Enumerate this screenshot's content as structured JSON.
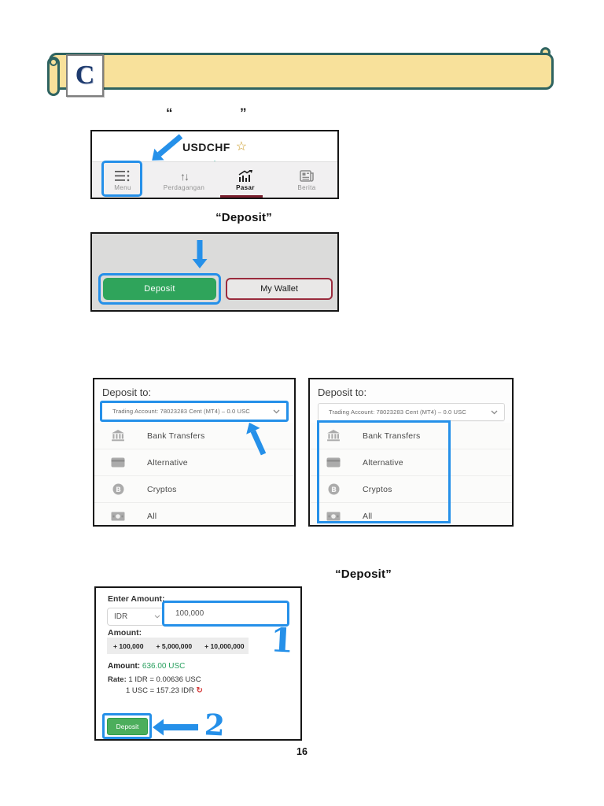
{
  "banner": {
    "letter": "C",
    "fill_color": "#F8E19B",
    "border_color": "#2E6360"
  },
  "intro_quote": {
    "open": "“",
    "close": "”"
  },
  "headings": {
    "first": "“Deposit”",
    "second": "“Deposit”"
  },
  "app_nav": {
    "symbol": "USDCHF",
    "star_icon": "☆",
    "items": [
      {
        "label": "Menu"
      },
      {
        "label": "Perdagangan"
      },
      {
        "label": "Pasar"
      },
      {
        "label": "Berita"
      }
    ],
    "updown_glyph": "↑↓"
  },
  "wallet": {
    "deposit_label": "Deposit",
    "my_wallet_label": "My Wallet",
    "deposit_color": "#2fa45b",
    "wallet_border_color": "#9a2b3d"
  },
  "deposit_to": {
    "label": "Deposit to:",
    "account": "Trading Account: 78023283 Cent (MT4) – 0.0 USC",
    "items": [
      {
        "label": "Bank Transfers",
        "icon": "bank-icon"
      },
      {
        "label": "Alternative",
        "icon": "card-icon"
      },
      {
        "label": "Cryptos",
        "icon": "bitcoin-icon"
      },
      {
        "label": "All",
        "icon": "cash-icon"
      }
    ]
  },
  "amount_panel": {
    "enter_amount_label": "Enter Amount:",
    "currency": "IDR",
    "amount_value": "100,000",
    "amount_label": "Amount:",
    "quick_amounts": [
      "+ 100,000",
      "+ 5,000,000",
      "+ 10,000,000"
    ],
    "converted_label": "Amount:",
    "converted_value": "636.00 USC",
    "converted_color": "#2aa05f",
    "rate_label": "Rate:",
    "rate_line1": "1 IDR = 0.00636 USC",
    "rate_line2": "1 USC = 157.23 IDR",
    "refresh_glyph": "↻",
    "deposit_button": "Deposit"
  },
  "annotations": {
    "blue": "#2590e9",
    "step1": "1",
    "step2": "2"
  },
  "page": {
    "number": "16"
  }
}
